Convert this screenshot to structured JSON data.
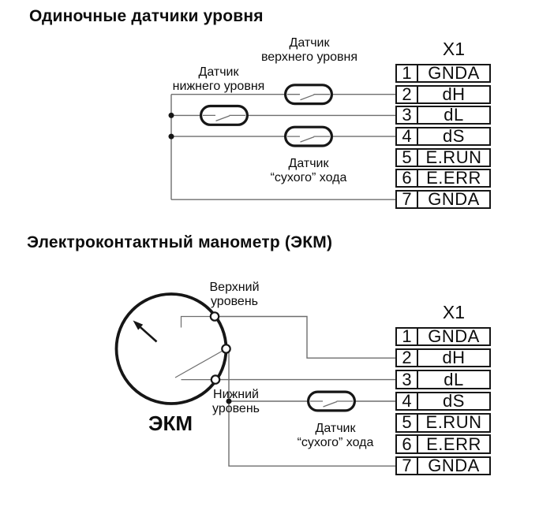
{
  "titles": {
    "section1": "Одиночные датчики уровня",
    "section2": "Электроконтактный манометр (ЭКМ)"
  },
  "connector": {
    "name": "X1",
    "pins": [
      {
        "num": "1",
        "label": "GNDA"
      },
      {
        "num": "2",
        "label": "dH"
      },
      {
        "num": "3",
        "label": "dL"
      },
      {
        "num": "4",
        "label": "dS"
      },
      {
        "num": "5",
        "label": "E.RUN"
      },
      {
        "num": "6",
        "label": "E.ERR"
      },
      {
        "num": "7",
        "label": "GNDA"
      }
    ]
  },
  "section1": {
    "upper_sensor_label": {
      "line1": "Датчик",
      "line2": "верхнего уровня"
    },
    "lower_sensor_label": {
      "line1": "Датчик",
      "line2": "нижнего уровня"
    },
    "dry_run_label": {
      "line1": "Датчик",
      "line2": "“сухого” хода"
    }
  },
  "section2": {
    "upper_level_label": {
      "line1": "Верхний",
      "line2": "уровень"
    },
    "lower_level_label": {
      "line1": "Нижний",
      "line2": "уровень"
    },
    "gauge_label": "ЭКМ",
    "dry_run_label": {
      "line1": "Датчик",
      "line2": "“сухого” хода"
    }
  },
  "colors": {
    "wire": "#6e6e6e",
    "symbol": "#161616",
    "text": "#0d0d0d",
    "background": "#ffffff"
  }
}
